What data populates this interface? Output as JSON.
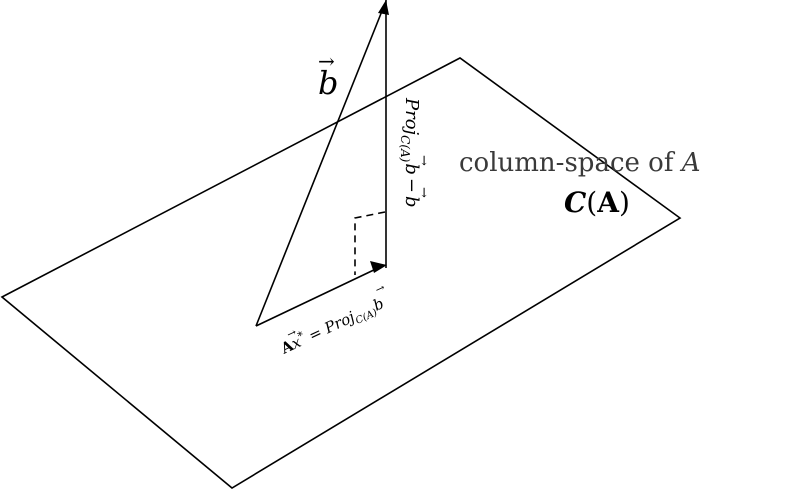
{
  "labels": {
    "vector_b_letter": "b",
    "vector_arrow": "→",
    "proj_residual_word": "Proj",
    "proj_residual_sub": "C(A)",
    "proj_residual_b": "b",
    "proj_residual_minus": "−",
    "proj_residual_b2": "b",
    "ax_bold": "A",
    "ax_x": "x",
    "ax_star": "*",
    "ax_equals": "=",
    "ax_proj_word": "Proj",
    "ax_proj_sub": "C(A)",
    "ax_proj_b": "b",
    "column_space_text": "column-space of ",
    "column_space_var": "A",
    "cspace_italic_c": "C",
    "cspace_open": "(",
    "cspace_bold_a": "A",
    "cspace_close": ")"
  },
  "colors": {
    "stroke": "#000000",
    "column_space_text": "#3a3a3a"
  }
}
